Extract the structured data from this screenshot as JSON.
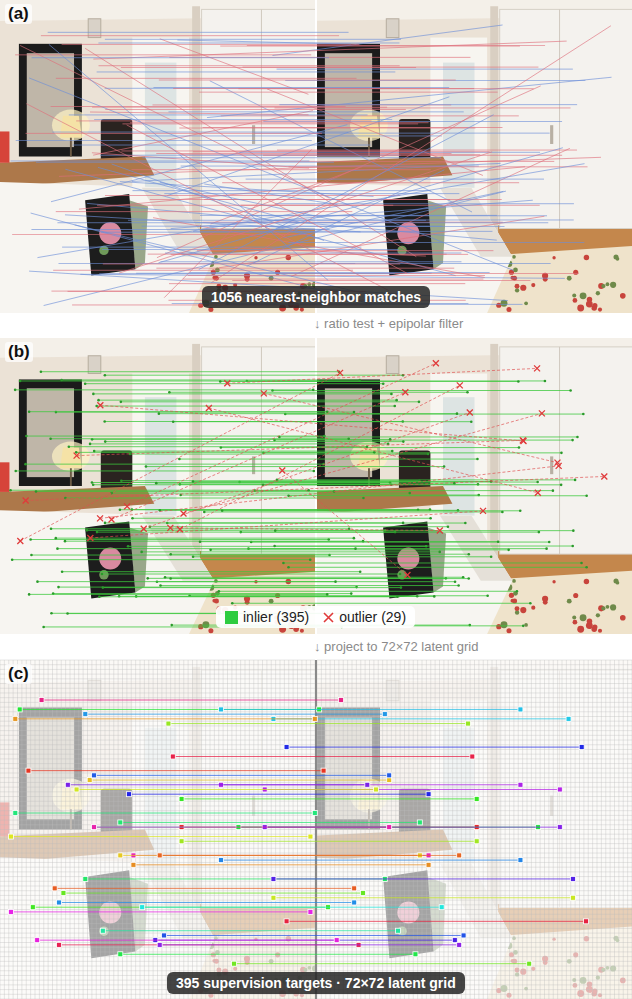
{
  "diagram": {
    "labels": [
      "(a)",
      "1056 nearest-neighbor matches",
      "↓ ratio test + epipolar filter",
      "(b)",
      "↓ project to 72×72 latent grid",
      "(c)",
      "395 supervision targets · 72×72 latent grid"
    ],
    "legend": [
      {
        "text": "inlier (395)",
        "color": "#2ecc40"
      },
      {
        "text": "outlier (29)"
      }
    ]
  }
}
